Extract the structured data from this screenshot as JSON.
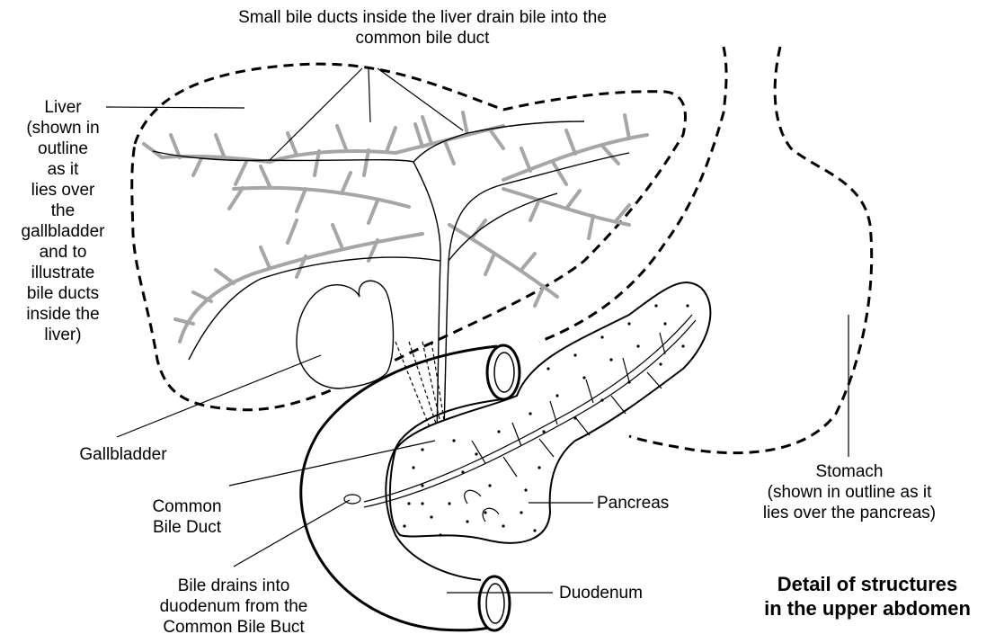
{
  "labels": {
    "small_ducts": [
      "Small bile ducts inside the liver drain bile into the",
      "common bile duct"
    ],
    "liver": [
      "Liver",
      "(shown in",
      "outline",
      "as it",
      "lies over",
      "the",
      "gallbladder",
      "and to",
      "illustrate",
      "bile ducts",
      "inside the",
      "liver)"
    ],
    "gallbladder": [
      "Gallbladder"
    ],
    "common_bile_duct": [
      "Common",
      "Bile Duct"
    ],
    "bile_drains": [
      "Bile drains into",
      "duodenum from the",
      "Common Bile Buct"
    ],
    "pancreas": [
      "Pancreas"
    ],
    "duodenum": [
      "Duodenum"
    ],
    "stomach": [
      "Stomach",
      "(shown in outline as it",
      "lies over the pancreas)"
    ],
    "title": [
      "Detail of structures",
      "in the upper abdomen"
    ]
  },
  "colors": {
    "outline": "#000000",
    "intrahepatic_ducts": "#a6a6a6",
    "background": "#ffffff"
  }
}
